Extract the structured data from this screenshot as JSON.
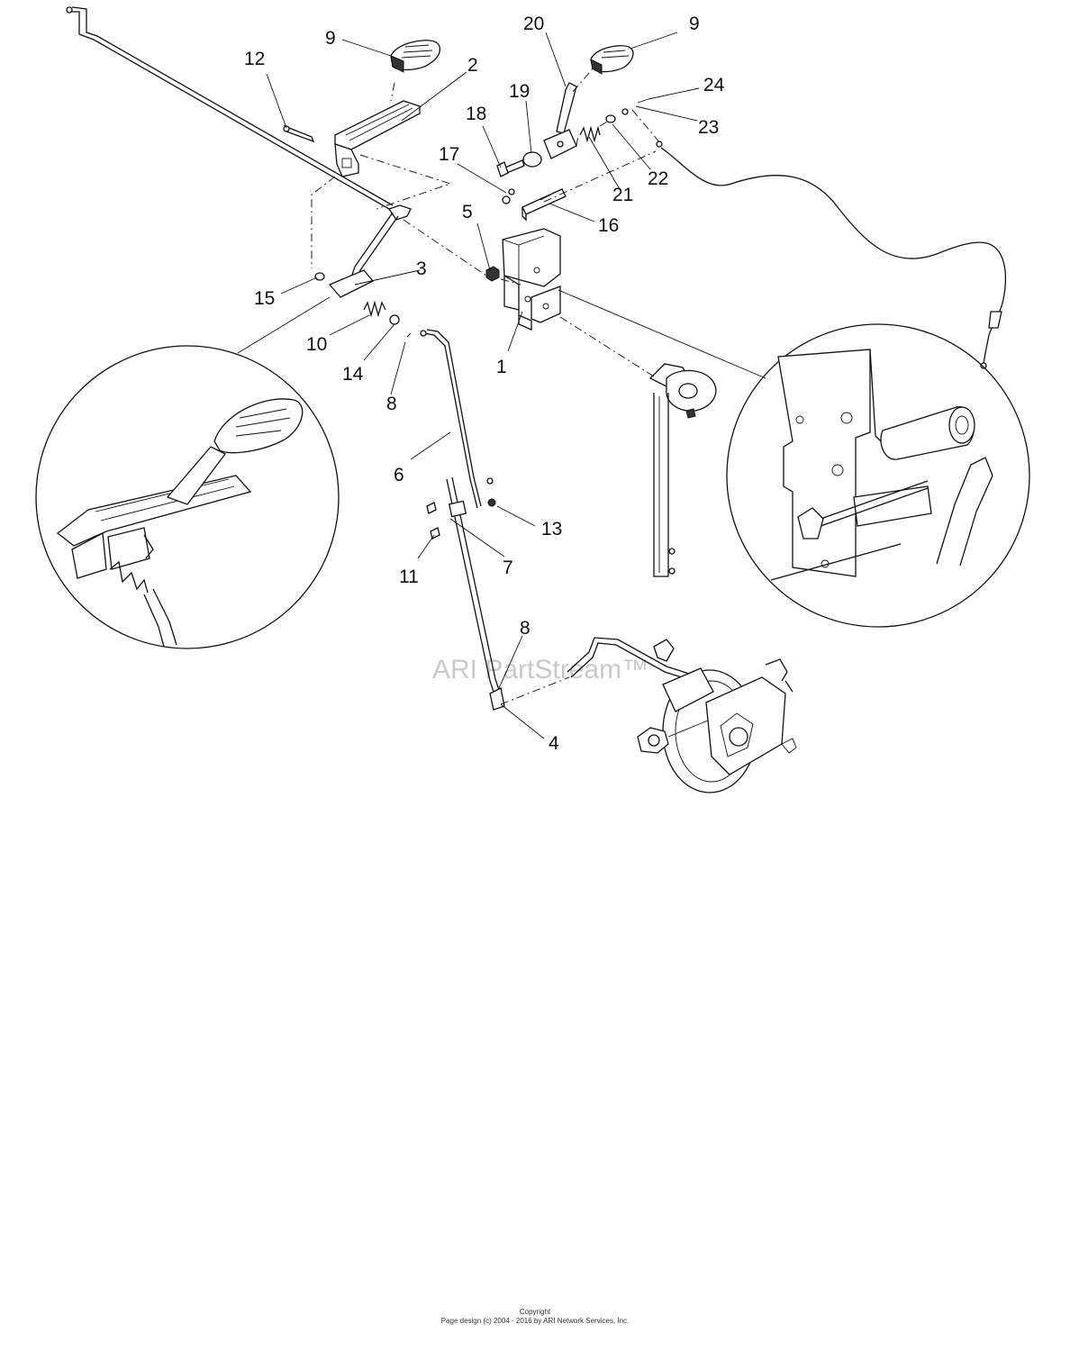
{
  "diagram": {
    "callouts": [
      {
        "id": "c1",
        "label": "1"
      },
      {
        "id": "c2",
        "label": "2"
      },
      {
        "id": "c3",
        "label": "3"
      },
      {
        "id": "c4",
        "label": "4"
      },
      {
        "id": "c5",
        "label": "5"
      },
      {
        "id": "c6",
        "label": "6"
      },
      {
        "id": "c7",
        "label": "7"
      },
      {
        "id": "c8a",
        "label": "8"
      },
      {
        "id": "c8b",
        "label": "8"
      },
      {
        "id": "c9a",
        "label": "9"
      },
      {
        "id": "c9b",
        "label": "9"
      },
      {
        "id": "c10",
        "label": "10"
      },
      {
        "id": "c11",
        "label": "11"
      },
      {
        "id": "c12",
        "label": "12"
      },
      {
        "id": "c13",
        "label": "13"
      },
      {
        "id": "c14",
        "label": "14"
      },
      {
        "id": "c15",
        "label": "15"
      },
      {
        "id": "c16",
        "label": "16"
      },
      {
        "id": "c17",
        "label": "17"
      },
      {
        "id": "c18",
        "label": "18"
      },
      {
        "id": "c19",
        "label": "19"
      },
      {
        "id": "c20",
        "label": "20"
      },
      {
        "id": "c21",
        "label": "21"
      },
      {
        "id": "c22",
        "label": "22"
      },
      {
        "id": "c23",
        "label": "23"
      },
      {
        "id": "c24",
        "label": "24"
      }
    ],
    "watermark": "ARI PartStream™"
  },
  "footer": {
    "line1": "Copyright",
    "line2": "Page design (c) 2004 - 2016 by ARI Network Services, Inc."
  }
}
